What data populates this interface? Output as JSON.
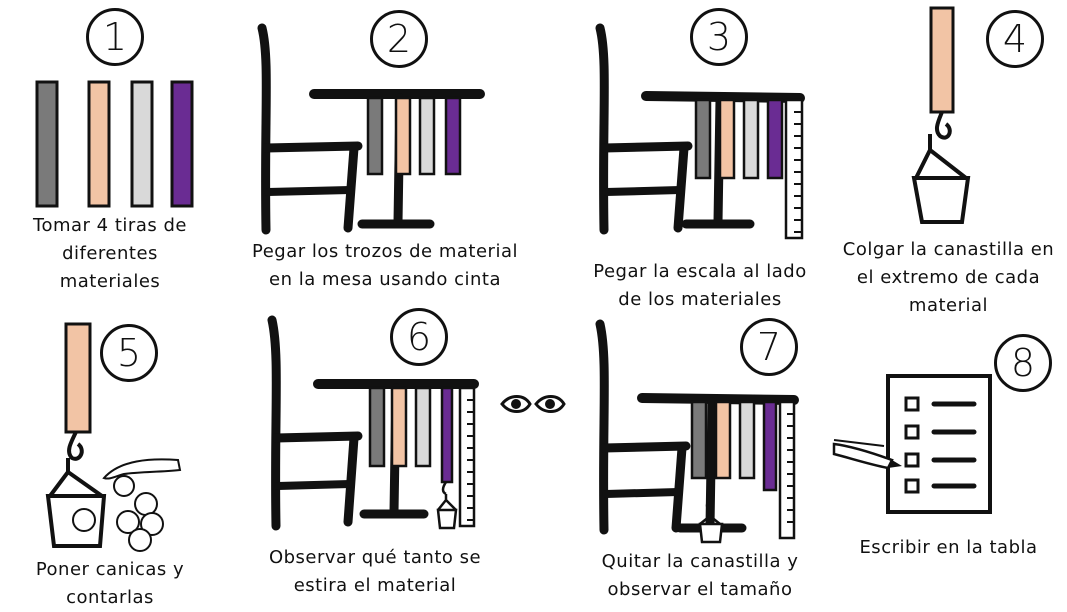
{
  "colors": {
    "ink": "#111111",
    "strip_gray_dark": "#7a7a7a",
    "strip_peach": "#f2c4a5",
    "strip_gray_light": "#d9d9d9",
    "strip_purple": "#6a2c93"
  },
  "steps": [
    {
      "number": "1",
      "caption_lines": [
        "Tomar 4 tiras de",
        "diferentes",
        "materiales"
      ]
    },
    {
      "number": "2",
      "caption_lines": [
        "Pegar los trozos de material",
        "en la mesa usando cinta"
      ]
    },
    {
      "number": "3",
      "caption_lines": [
        "Pegar la escala al lado",
        "de los materiales"
      ]
    },
    {
      "number": "4",
      "caption_lines": [
        "Colgar la canastilla en",
        "el extremo de cada",
        "material"
      ]
    },
    {
      "number": "5",
      "caption_lines": [
        "Poner canicas y",
        "contarlas"
      ]
    },
    {
      "number": "6",
      "caption_lines": [
        "Observar qué tanto se",
        "estira el material"
      ]
    },
    {
      "number": "7",
      "caption_lines": [
        "Quitar la canastilla y",
        "observar el tamaño"
      ]
    },
    {
      "number": "8",
      "caption_lines": [
        "Escribir en la tabla"
      ]
    }
  ],
  "icons": [
    "strips-icon",
    "chair-table-icon",
    "ruler-icon",
    "basket-icon",
    "marbles-icon",
    "hand-icon",
    "eyes-icon",
    "checklist-icon",
    "pen-icon"
  ]
}
